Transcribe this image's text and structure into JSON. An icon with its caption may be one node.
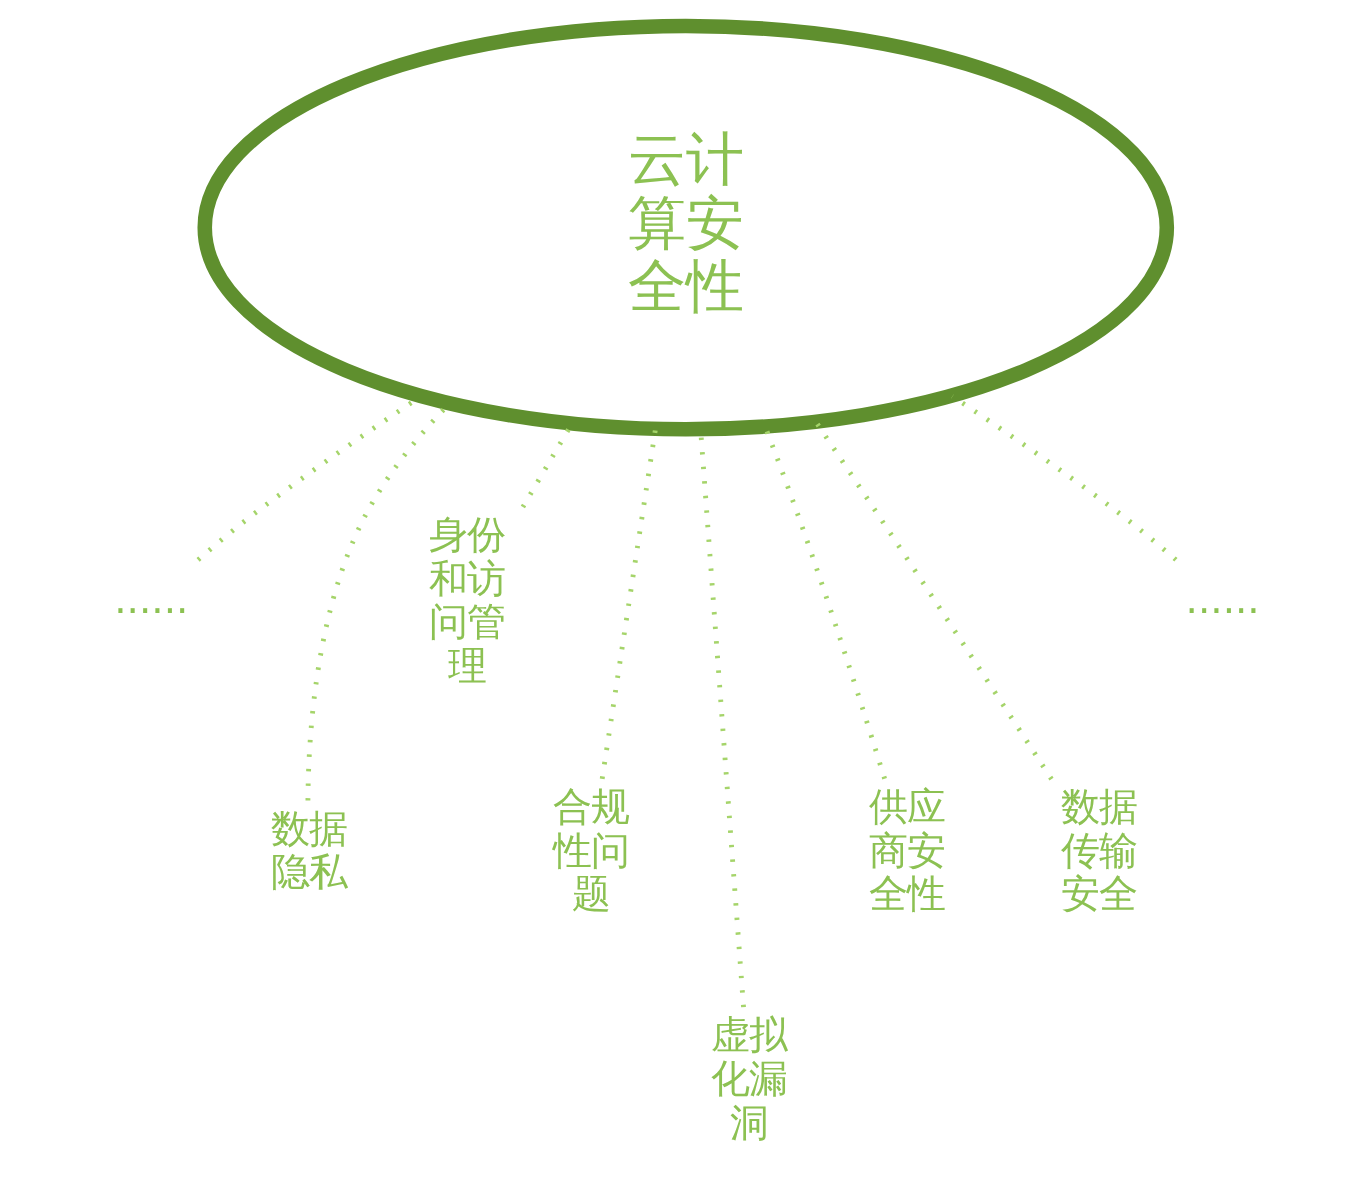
{
  "diagram": {
    "nodes": [
      {
        "text": [
          "云计算安全性"
        ]
      },
      {
        "text": [
          "......"
        ]
      },
      {
        "text": [
          "数据隐私"
        ]
      },
      {
        "text": [
          "身份和访问管理"
        ]
      },
      {
        "text": [
          "合规性问题"
        ]
      },
      {
        "text": [
          "虚拟化漏洞"
        ]
      },
      {
        "text": [
          "供应商安全性"
        ]
      },
      {
        "text": [
          "数据传输安全"
        ]
      },
      {
        "text": [
          "......"
        ]
      }
    ],
    "edges": [
      {
        "from": 1,
        "to": 0,
        "arrow": "none",
        "style": "dashed"
      },
      {
        "from": 2,
        "to": 0,
        "arrow": "none",
        "style": "dashed"
      },
      {
        "from": 3,
        "to": 0,
        "arrow": "none",
        "style": "dashed"
      },
      {
        "from": 4,
        "to": 0,
        "arrow": "none",
        "style": "dashed"
      },
      {
        "from": 5,
        "to": 0,
        "arrow": "none",
        "style": "dashed"
      },
      {
        "from": 6,
        "to": 0,
        "arrow": "none",
        "style": "dashed"
      },
      {
        "from": 7,
        "to": 0,
        "arrow": "none",
        "style": "dashed"
      },
      {
        "from": 8,
        "to": 0,
        "arrow": "none",
        "style": "dashed"
      }
    ]
  }
}
